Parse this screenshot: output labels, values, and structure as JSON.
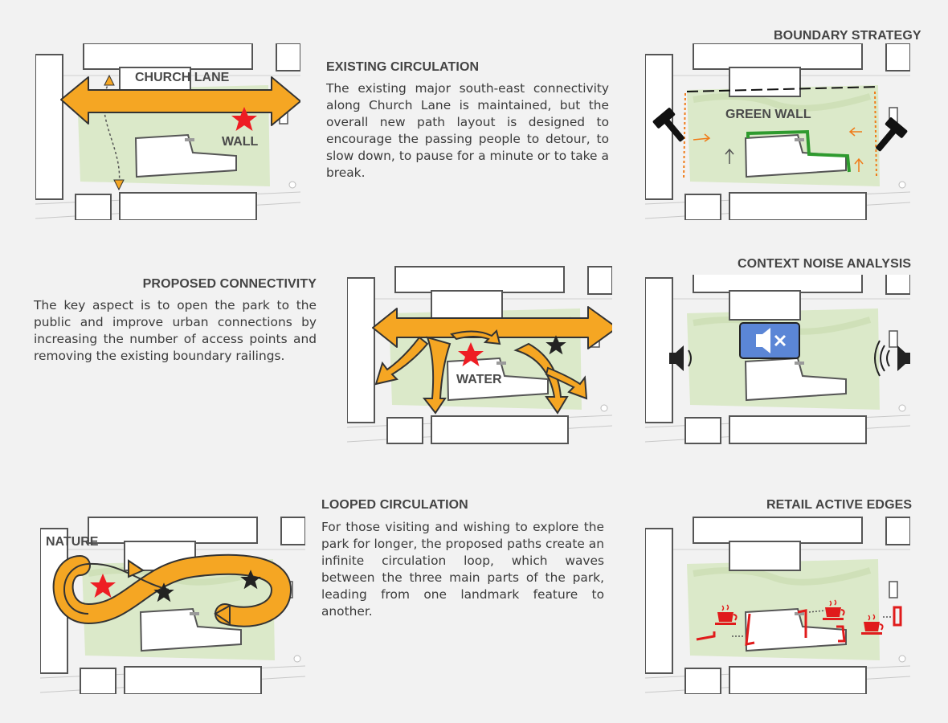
{
  "sections": {
    "existing": {
      "heading": "EXISTING CIRCULATION",
      "text": "The existing major south-east connectivity along Church Lane is maintained, but the overall new path layout is designed to encourage the passing people to detour, to slow down, to pause for a minute or to take a break.",
      "labels": {
        "lane": "CHURCH LANE",
        "wall": "WALL"
      }
    },
    "boundary": {
      "heading": "BOUNDARY STRATEGY",
      "labels": {
        "green_wall": "GREEN WALL"
      }
    },
    "proposed": {
      "heading": "PROPOSED CONNECTIVITY",
      "text": "The key aspect is to open the park to the public and improve urban connections by increasing the number of access points and removing the existing boundary railings.",
      "labels": {
        "water": "WATER"
      }
    },
    "noise": {
      "heading": "CONTEXT NOISE ANALYSIS"
    },
    "looped": {
      "heading": "LOOPED CIRCULATION",
      "text": "For those visiting and wishing to explore the park for longer, the proposed paths create an infinite circulation loop, which waves between the three main parts of the park, leading from one landmark feature to another.",
      "labels": {
        "nature": "NATURE"
      }
    },
    "retail": {
      "heading": "RETAIL ACTIVE EDGES"
    }
  },
  "colors": {
    "background": "#f2f2f2",
    "park_green": "#dbe9c9",
    "building": "#ffffff",
    "outline": "#555555",
    "arrow_orange": "#f5a623",
    "star_red": "#ee1d23",
    "star_black": "#222222",
    "green_wall": "#2e9a2e",
    "mute_blue": "#5b86d6",
    "cup_red": "#e01b1b"
  },
  "icons": {
    "landmark": "star-icon",
    "demolition": "hammer-icon",
    "noise": "speaker-icon",
    "quiet": "mute-speaker-icon",
    "cafe": "coffee-cup-icon"
  }
}
